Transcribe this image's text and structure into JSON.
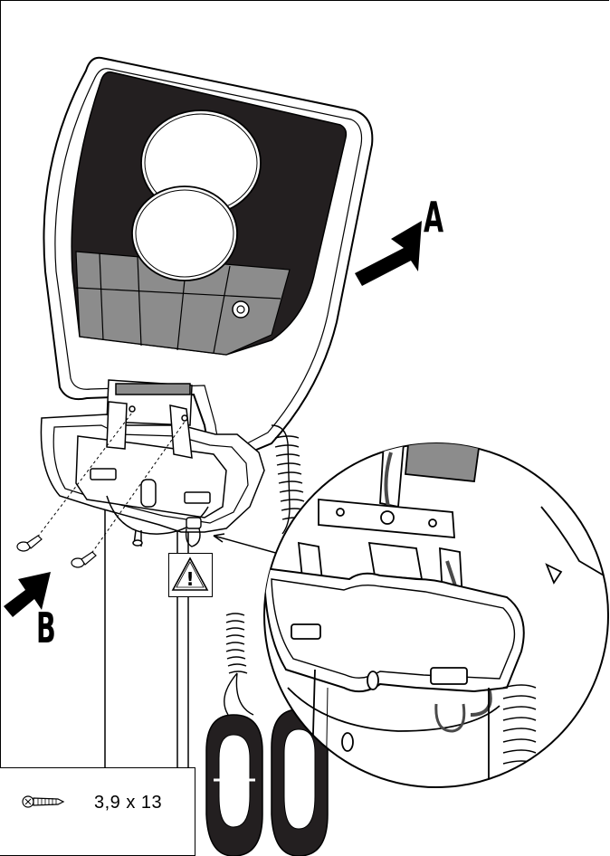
{
  "labels": {
    "a": "A",
    "b": "B"
  },
  "legend": {
    "screw_size": "3,9 x 13",
    "icon": "screw-icon"
  },
  "warning": {
    "symbol": "!",
    "icon": "warning-triangle-icon"
  },
  "colors": {
    "line": "#000000",
    "dark_fill": "#231f20",
    "mid_gray": "#8c8c8c",
    "light_gray": "#d9d9d9",
    "white": "#ffffff"
  }
}
